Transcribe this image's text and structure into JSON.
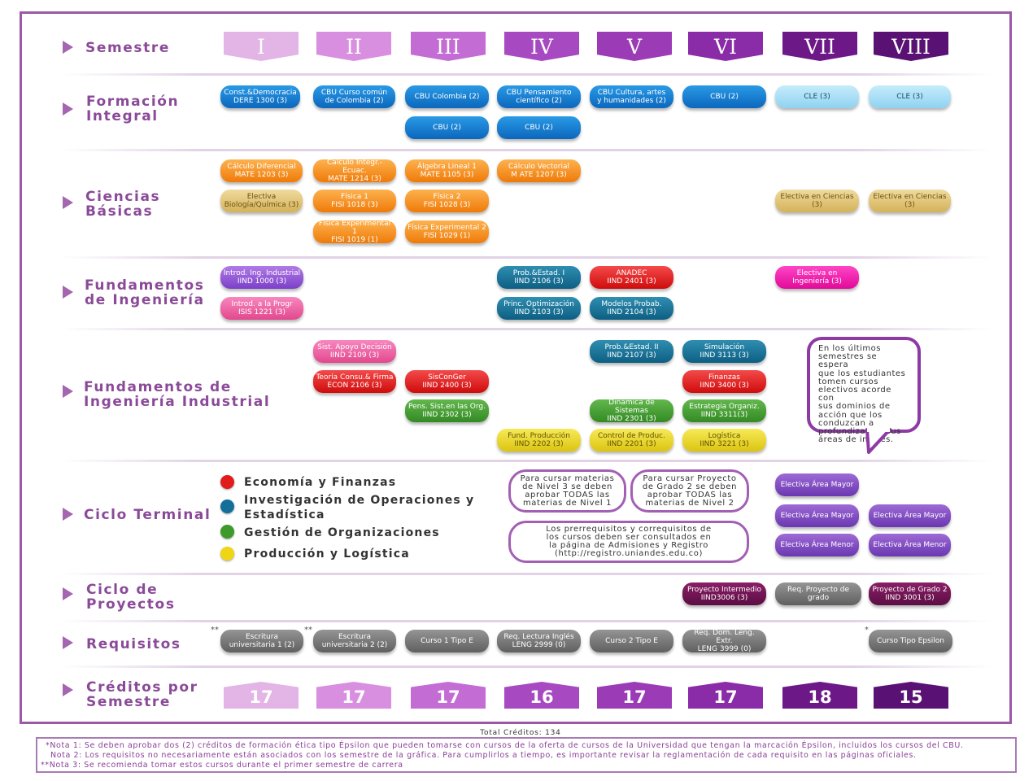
{
  "rows": [
    {
      "label": "Semestre"
    },
    {
      "label": "Formación\nIntegral"
    },
    {
      "label": "Ciencias\nBásicas"
    },
    {
      "label": "Fundamentos\nde Ingeniería"
    },
    {
      "label": "Fundamentos de\nIngeniería Industrial"
    },
    {
      "label": "Ciclo Terminal"
    },
    {
      "label": "Ciclo de\nProyectos"
    },
    {
      "label": "Requisitos"
    },
    {
      "label": "Créditos por\nSemestre"
    }
  ],
  "semesters": [
    "I",
    "II",
    "III",
    "IV",
    "V",
    "VI",
    "VII",
    "VIII"
  ],
  "semester_colors": [
    "#e3b4e6",
    "#d98fe0",
    "#c36dd4",
    "#a74ac1",
    "#9b3cb6",
    "#8a2ba7",
    "#6d1887",
    "#591274"
  ],
  "credits": [
    "17",
    "17",
    "17",
    "16",
    "17",
    "17",
    "18",
    "15"
  ],
  "courses": {
    "formacion": [
      "Const.&Democracia\nDERE 1300 (3)",
      "CBU Curso común\nde Colombia (2)",
      "CBU Colombia (2)",
      "CBU (2)",
      "CBU Pensamiento\ncientífico (2)",
      "CBU (2)",
      "CBU Cultura, artes\ny humanidades (2)",
      "CBU (2)",
      "CLE (3)",
      "CLE (3)"
    ],
    "ciencias": [
      "Cálculo Diferencial\nMATE 1203 (3)",
      "Electiva\nBiología/Química (3)",
      "Cálculo Integr.-Ecuac.\nMATE 1214 (3)",
      "Física 1\nFISI 1018 (3)",
      "Física Experimental 1\nFISI 1019 (1)",
      "Álgebra Lineal 1\nMATE 1105 (3)",
      "Física 2\nFISI 1028 (3)",
      "Física Experimental 2\nFISI 1029 (1)",
      "Cálculo Vectorial\nM ATE 1207 (3)",
      "Electiva en Ciencias\n(3)",
      "Electiva en Ciencias\n(3)"
    ],
    "fund_ing": [
      "Introd. Ing. Industrial\nIIND 1000 (3)",
      "Introd. a la Progr\nISIS 1221 (3)",
      "Prob.&Estad. I\nIIND 2106 (3)",
      "Princ. Optimización\nIIND 2103 (3)",
      "ANADEC\nIIND 2401 (3)",
      "Modelos Probab.\nIIND 2104 (3)",
      "Electiva en\nIngeniería (3)"
    ],
    "fund_ind": [
      "Sist. Apoyo Decisión\nIIND 2109 (3)",
      "Teoría Consu.& Firma\nECON 2106 (3)",
      "SisConGer\nIIND 2400 (3)",
      "Pens. Sist.en las Org.\nIIND 2302 (3)",
      "Fund. Producción\nIIND 2202 (3)",
      "Prob.&Estad. II\nIIND 2107 (3)",
      "Dinámica de Sistemas\nIIND 2301 (3)",
      "Control de Produc.\nIIND 2201 (3)",
      "Simulación\nIIND 3113 (3)",
      "Finanzas\nIIND 3400 (3)",
      "Estrategia Organiz.\nIIND 3311(3)",
      "Logística\nIIND 3221 (3)"
    ],
    "terminal": [
      "Electiva Área Mayor",
      "Electiva Área Mayor",
      "Electiva Área Menor",
      "Electiva Área Mayor",
      "Electiva Área Menor"
    ],
    "proyectos": [
      "Proyecto Intermedio\nIIND3006 (3)",
      "Req. Proyecto de grado",
      "Proyecto de Grado 2\nIIND 3001 (3)"
    ],
    "requisitos": [
      "Escritura\nuniversitaria 1 (2)",
      "Escritura\nuniversitaria 2 (2)",
      "Curso 1 Tipo E",
      "Req. Lectura Inglés\nLENG 2999 (0)",
      "Curso 2 Tipo E",
      "Req. Dom. Leng. Extr.\nLENG 3999 (0)",
      "Curso Tipo Epsilon"
    ]
  },
  "markers": {
    "double": "**",
    "single": "*"
  },
  "legend": [
    {
      "text": "Economía y Finanzas",
      "color": "#e21b1b"
    },
    {
      "text": "Investigación de Operaciones y\nEstadística",
      "color": "#136f99"
    },
    {
      "text": "Gestión de Organizaciones",
      "color": "#3d9a2b"
    },
    {
      "text": "Producción y Logística",
      "color": "#f0d514"
    }
  ],
  "info_notes": {
    "nivel3": "Para cursar materias\nde Nivel 3 se deben\naprobar TODAS las\nmaterias de Nivel 1",
    "grado2": "Para cursar Proyecto\nde Grado 2 se deben\naprobar TODAS las\nmaterias de Nivel 2",
    "prerreq": "Los prerrequisitos y correquisitos de\nlos cursos deben ser consultados en\nla página de Admisiones y Registro\n(http://registro.uniandes.edu.co)"
  },
  "bubble": "En los últimos\nsemestres se espera\nque los estudiantes\ntomen cursos\nelectivos acorde con\nsus dominios de\nacción que los\nconduzcan a\nprofundizar en sus\náreas de interés.",
  "total": "Total Créditos: 134",
  "notes": [
    "*Nota 1: Se deben aprobar dos (2) créditos de formación ética tipo Épsilon que pueden tomarse con cursos de la oferta de cursos de la Universidad que tengan la marcación Épsilon, incluidos los cursos del CBU.",
    "Nota 2: Los requisitos no necesariamente están asociados con los semestre de la gráfica. Para cumplirlos a tiempo, es importante revisar la reglamentación de cada requisito en las páginas oficiales.",
    "**Nota 3: Se recomienda tomar estos cursos durante el primer semestre de carrera"
  ]
}
